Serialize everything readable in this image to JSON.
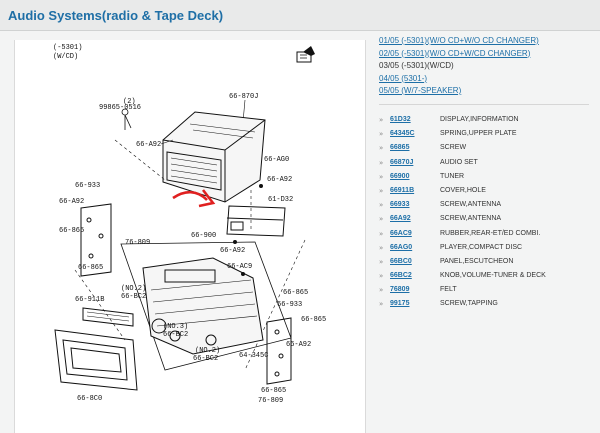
{
  "page": {
    "title": "Audio Systems(radio & Tape Deck)"
  },
  "variants": [
    {
      "label": "01/05 (-5301)(W/O CD+W/O CD CHANGER)",
      "link": true
    },
    {
      "label": "02/05 (-5301)(W/O CD+W/CD CHANGER)",
      "link": true
    },
    {
      "label": "03/05 (-5301)(W/CD)",
      "link": false
    },
    {
      "label": "04/05 (5301-)",
      "link": true
    },
    {
      "label": "05/05 (W/7-SPEAKER)",
      "link": true
    }
  ],
  "parts": [
    {
      "pn": "61D32",
      "desc": "DISPLAY,INFORMATION"
    },
    {
      "pn": "64345C",
      "desc": "SPRING,UPPER PLATE"
    },
    {
      "pn": "66865",
      "desc": "SCREW"
    },
    {
      "pn": "66870J",
      "desc": "AUDIO SET"
    },
    {
      "pn": "66900",
      "desc": "TUNER"
    },
    {
      "pn": "66911B",
      "desc": "COVER,HOLE"
    },
    {
      "pn": "66933",
      "desc": "SCREW,ANTENNA"
    },
    {
      "pn": "66A92",
      "desc": "SCREW,ANTENNA"
    },
    {
      "pn": "66AC9",
      "desc": "RUBBER,REAR-ET/ED COMBI."
    },
    {
      "pn": "66AG0",
      "desc": "PLAYER,COMPACT DISC"
    },
    {
      "pn": "66BC0",
      "desc": "PANEL,ESCUTCHEON"
    },
    {
      "pn": "66BC2",
      "desc": "KNOB,VOLUME-TUNER & DECK"
    },
    {
      "pn": "76809",
      "desc": "FELT"
    },
    {
      "pn": "99175",
      "desc": "SCREW,TAPPING"
    }
  ],
  "bullet": "»",
  "diagram": {
    "variant_code": "(-5301)",
    "variant_sub": "(W/CD)",
    "labels": {
      "l_99865": "99865-0516",
      "l_2": "(2)",
      "l_66870J": "66-870J",
      "l_66A92a": "66-A92",
      "l_66AG0": "66-AG0",
      "l_66A92b": "66-A92",
      "l_61D32": "61-D32",
      "l_66A92c": "66-A92",
      "l_66933": "66-933",
      "l_66A92d": "66-A92",
      "l_66865a": "66-865",
      "l_76809a": "76-809",
      "l_66865b": "66-865",
      "l_66900": "66-900",
      "l_66AC9": "66-AC9",
      "l_66865c": "66-865",
      "l_66911B": "66-911B",
      "l_no2a": "(NO.2)",
      "l_66BC2a": "66-BC2",
      "l_no3": "(NO.3)",
      "l_66BC2b": "66-BC2",
      "l_no2b": "(NO.2)",
      "l_66BC2c": "66-BC2",
      "l_64345C": "64-345C",
      "l_66933b": "66-933",
      "l_66865d": "66-865",
      "l_66A92e": "66-A92",
      "l_66865e": "66-865",
      "l_76809b": "76-809",
      "l_66BC0": "66-8C0"
    },
    "accent_arrow_color": "#e02020"
  }
}
